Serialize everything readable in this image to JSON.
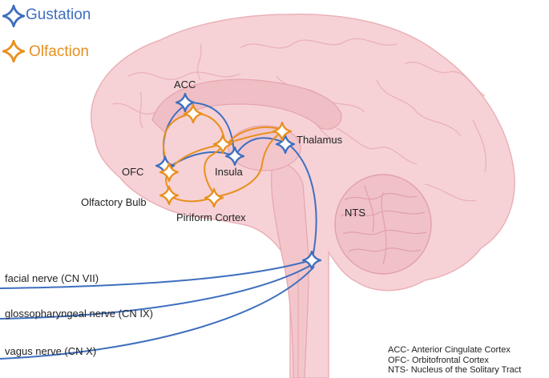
{
  "legend": {
    "gustation": "Gustation",
    "olfaction": "Olfaction"
  },
  "colors": {
    "gustation": "#3f6fbf",
    "olfaction": "#e8901f",
    "brain_fill": "#f6d2d6",
    "brain_line": "#e8a9b1"
  },
  "icons": {
    "gustation": "four-point-star-icon",
    "olfaction": "four-point-star-icon"
  },
  "regions": {
    "acc": "ACC",
    "thalamus": "Thalamus",
    "ofc": "OFC",
    "insula": "Insula",
    "olfactory_bulb": "Olfactory Bulb",
    "piriform_cortex": "Piriform Cortex",
    "nts": "NTS"
  },
  "nerves": {
    "facial": "facial nerve (CN VII)",
    "glossopharyngeal": "glossopharyngeal nerve (CN IX)",
    "vagus": "vagus nerve (CN X)"
  },
  "abbreviations": [
    "ACC- Anterior Cingulate Cortex",
    "OFC- Orbitofrontal Cortex",
    "NTS- Nucleus of the Solitary Tract"
  ]
}
